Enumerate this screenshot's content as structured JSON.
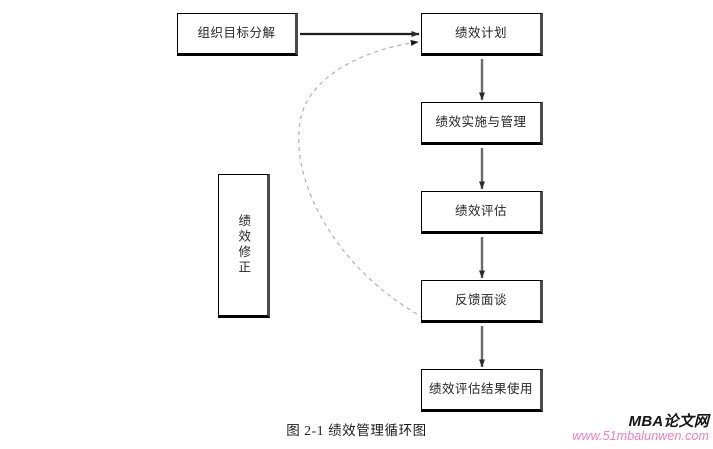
{
  "figure": {
    "caption": "图 2-1  绩效管理循环图",
    "caption_index": "图 2-1",
    "caption_title": "绩效管理循环图",
    "background_color": "#ffffff",
    "line_color": "#000000",
    "arrow_color": "#4a4a4a",
    "dashed_color": "#b8b8b8"
  },
  "diagram": {
    "type": "flowchart",
    "nodes": [
      {
        "id": "org-goal",
        "label": "组织目标分解",
        "orientation": "horizontal"
      },
      {
        "id": "plan",
        "label": "绩效计划",
        "orientation": "horizontal"
      },
      {
        "id": "execute",
        "label": "绩效实施与管理",
        "orientation": "horizontal"
      },
      {
        "id": "appraisal",
        "label": "绩效评估",
        "orientation": "horizontal"
      },
      {
        "id": "feedback",
        "label": "反馈面谈",
        "orientation": "horizontal"
      },
      {
        "id": "results-use",
        "label": "绩效评估结果使用",
        "orientation": "horizontal"
      },
      {
        "id": "correction",
        "label": "绩效修正",
        "orientation": "vertical"
      }
    ],
    "edges": [
      {
        "from": "org-goal",
        "to": "plan",
        "style": "solid",
        "direction": "right"
      },
      {
        "from": "plan",
        "to": "execute",
        "style": "solid",
        "direction": "down"
      },
      {
        "from": "execute",
        "to": "appraisal",
        "style": "solid",
        "direction": "down"
      },
      {
        "from": "appraisal",
        "to": "feedback",
        "style": "solid",
        "direction": "down"
      },
      {
        "from": "feedback",
        "to": "results-use",
        "style": "solid",
        "direction": "down"
      },
      {
        "from": "feedback",
        "to": "plan",
        "style": "dashed",
        "direction": "curve-left-up"
      }
    ]
  },
  "watermark": {
    "title": "MBA论文网",
    "url": "www.51mbalunwen.com",
    "url_color": "#ef7fb8"
  }
}
